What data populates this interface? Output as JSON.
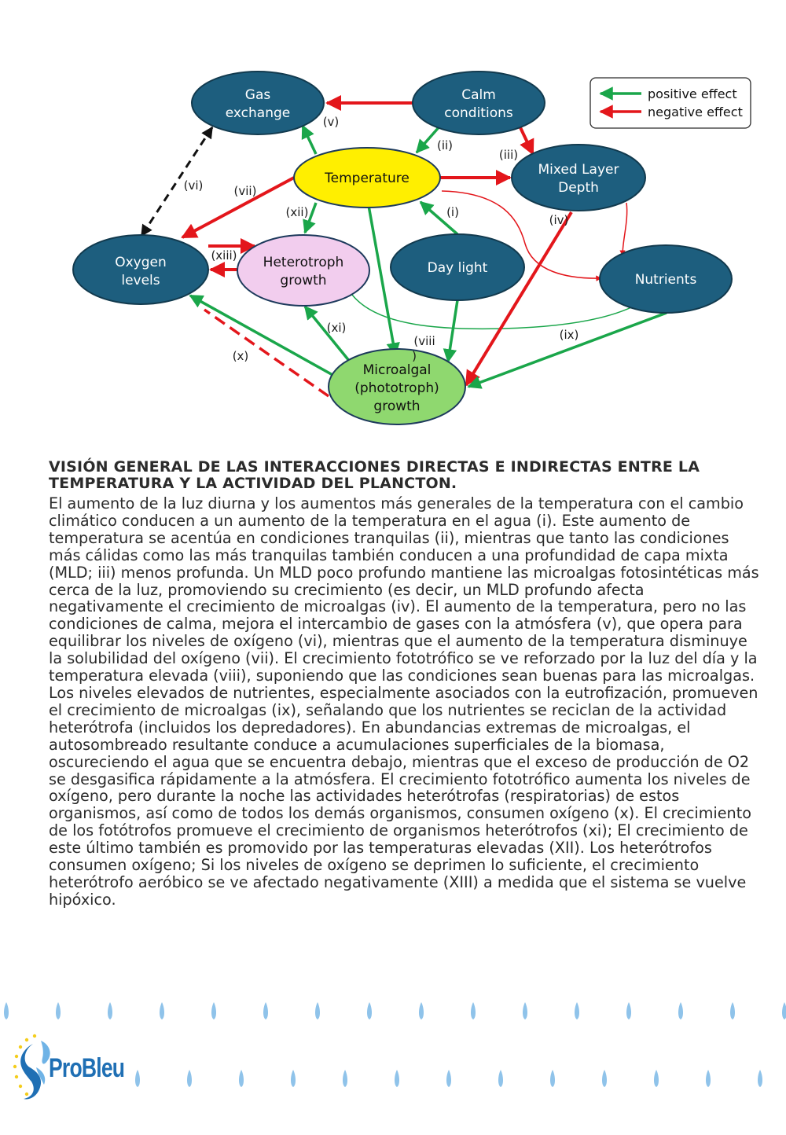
{
  "diagram": {
    "nodes": {
      "gas_exchange": [
        "Gas",
        "exchange"
      ],
      "calm_conditions": [
        "Calm",
        "conditions"
      ],
      "temperature": [
        "Temperature"
      ],
      "mixed_layer_depth": [
        "Mixed Layer",
        "Depth"
      ],
      "oxygen_levels": [
        "Oxygen",
        "levels"
      ],
      "heterotroph_growth": [
        "Heterotroph",
        "growth"
      ],
      "day_light": [
        "Day light"
      ],
      "nutrients": [
        "Nutrients"
      ],
      "microalgal_growth": [
        "Microalgal",
        "(phototroph)",
        "growth"
      ]
    },
    "edge_labels": {
      "i": "(i)",
      "ii": "(ii)",
      "iii": "(iii)",
      "iv": "(iv)",
      "v": "(v)",
      "vi": "(vi)",
      "vii": "(vii)",
      "viii": "(viii",
      "viii_tail": ")",
      "ix": "(ix)",
      "x": "(x)",
      "xi": "(xi)",
      "xii": "(xii)",
      "xiii": "(xiii)"
    },
    "legend": {
      "positive": "positive effect",
      "negative": "negative effect"
    },
    "colors": {
      "positive": "#1aa64a",
      "negative": "#e3161b",
      "node_dark": "#1d5e7e",
      "temperature": "#ffef00",
      "heterotroph": "#f2cdee",
      "microalgal": "#8fd86f"
    }
  },
  "heading": "VISIÓN GENERAL DE LAS INTERACCIONES DIRECTAS E INDIRECTAS ENTRE LA TEMPERATURA Y LA ACTIVIDAD DEL PLANCTON.",
  "body": "El aumento de la luz diurna y los aumentos más generales de la temperatura con el cambio climático conducen a un aumento de la temperatura en el agua (i). Este aumento de temperatura se acentúa en condiciones tranquilas (ii), mientras que tanto las condiciones más cálidas como las más tranquilas también conducen a una profundidad de capa mixta (MLD; iii) menos profunda. Un MLD poco profundo mantiene las microalgas fotosintéticas más cerca de la luz, promoviendo su crecimiento (es decir, un MLD profundo afecta negativamente el crecimiento de microalgas (iv). El aumento de la temperatura, pero no las condiciones de calma, mejora el intercambio de gases con la atmósfera (v), que opera para equilibrar los niveles de oxígeno (vi), mientras que el aumento de la temperatura disminuye la solubilidad del oxígeno (vii). El crecimiento fototrófico se ve reforzado por la luz del día y la temperatura elevada (viii), suponiendo que las condiciones sean buenas para las microalgas. Los niveles elevados de nutrientes, especialmente asociados con la eutrofización, promueven el crecimiento de microalgas (ix), señalando que los nutrientes se reciclan de la actividad heterótrofa (incluidos los depredadores). En abundancias extremas de microalgas, el autosombreado resultante conduce a acumulaciones superficiales de la biomasa, oscureciendo el agua que se encuentra debajo, mientras que el exceso de producción de O2 se desgasifica rápidamente a la atmósfera. El crecimiento fototrófico aumenta los niveles de oxígeno, pero durante la noche las actividades heterótrofas (respiratorias) de estos organismos, así como de todos los demás organismos, consumen oxígeno (x). El crecimiento de los fotótrofos promueve el crecimiento de organismos heterótrofos (xi); El crecimiento de este último también es promovido por las temperaturas elevadas (XII). Los heterótrofos consumen oxígeno; Si los niveles de oxígeno se deprimen lo suficiente, el crecimiento heterótrofo aeróbico se ve afectado negativamente (XIII) a medida que el sistema se vuelve hipóxico.",
  "footer": {
    "logo_text": "ProBleu",
    "logo_colors": {
      "blue": "#1f6fb4",
      "light_blue": "#6fb3e6",
      "yellow": "#f4cd1c"
    }
  }
}
